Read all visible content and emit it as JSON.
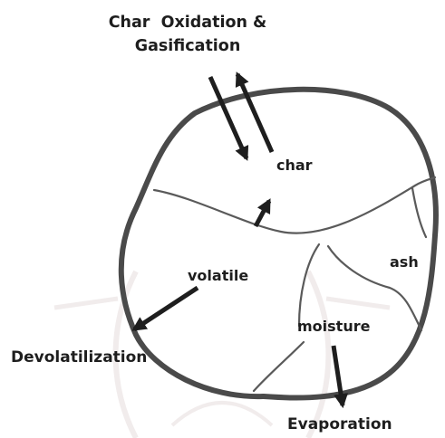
{
  "labels": {
    "char_oxidation_line1": "Char  Oxidation &",
    "char_oxidation_line2": "Gasification",
    "char": "char",
    "ash": "ash",
    "volatile": "volatile",
    "moisture": "moisture",
    "devolatilization": "Devolatilization",
    "evaporation": "Evaporation"
  },
  "colors": {
    "outline": "#4a4a4a",
    "cracks": "#5a5a5a",
    "arrows": "#1e1e1e",
    "text": "#1e1e1e",
    "watermark": "#f1ecec"
  }
}
